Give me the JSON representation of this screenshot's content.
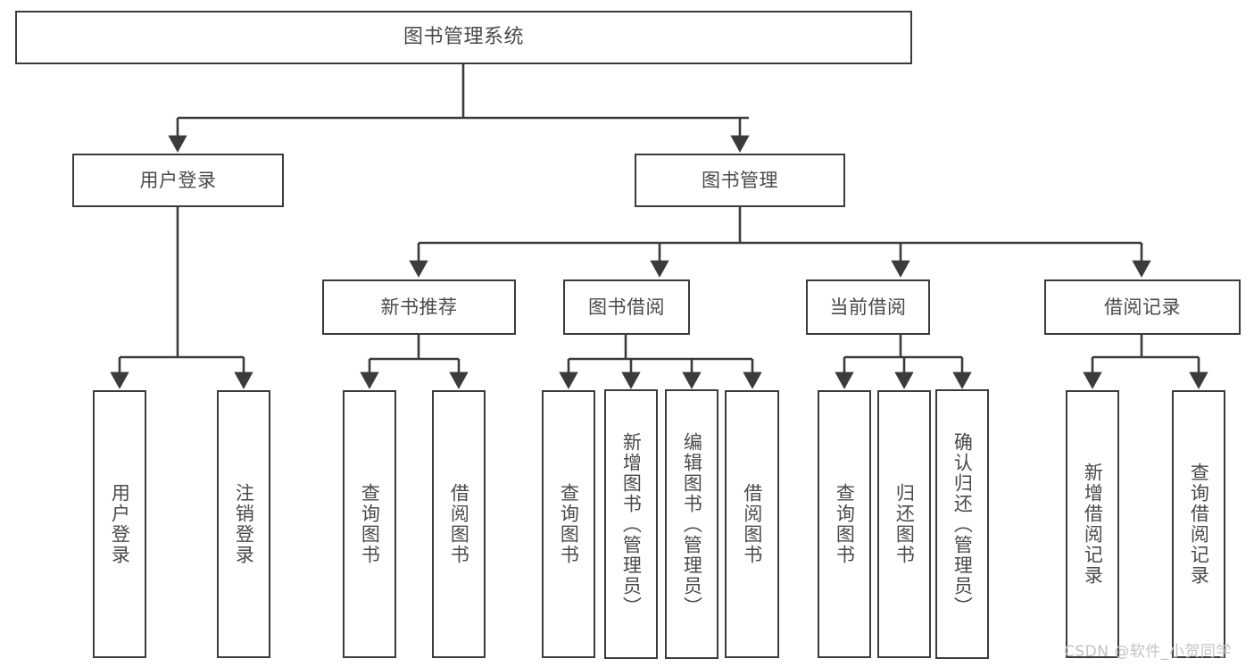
{
  "diagram": {
    "title": "图书管理系统",
    "type": "functional-hierarchy-tree",
    "watermark": "CSDN @软件_小贺同学",
    "colors": {
      "box_border": "#3b3b3b",
      "box_fill": "#ffffff",
      "text": "#4a4a4a",
      "connector": "#3b3b3b",
      "watermark": "#c3c3c3",
      "background": "#ffffff"
    },
    "levels": {
      "level0_label": "图书管理系统",
      "level1_labels": [
        "用户登录",
        "图书管理"
      ],
      "level2_labels": [
        "新书推荐",
        "图书借阅",
        "当前借阅",
        "借阅记录"
      ]
    },
    "nodes": {
      "root": "图书管理系统",
      "user_login": "用户登录",
      "book_manage": "图书管理",
      "new_book_rec": "新书推荐",
      "book_borrow": "图书借阅",
      "current_borrow": "当前借阅",
      "borrow_record": "借阅记录",
      "leaf_user_login": "用户登录",
      "leaf_logout": "注销登录",
      "leaf_query_book_1": "查询图书",
      "leaf_borrow_book_1": "借阅图书",
      "leaf_query_book_2": "查询图书",
      "leaf_add_book": "新增图书（管理员）",
      "leaf_edit_book": "编辑图书（管理员）",
      "leaf_borrow_book_2": "借阅图书",
      "leaf_query_book_3": "查询图书",
      "leaf_return_book": "归还图书",
      "leaf_confirm_return": "确认归还（管理员）",
      "leaf_add_record": "新增借阅记录",
      "leaf_query_record": "查询借阅记录"
    },
    "edges": [
      {
        "from": "图书管理系统",
        "to": "用户登录"
      },
      {
        "from": "图书管理系统",
        "to": "图书管理"
      },
      {
        "from": "用户登录",
        "to": "用户登录"
      },
      {
        "from": "用户登录",
        "to": "注销登录"
      },
      {
        "from": "图书管理",
        "to": "新书推荐"
      },
      {
        "from": "图书管理",
        "to": "图书借阅"
      },
      {
        "from": "图书管理",
        "to": "当前借阅"
      },
      {
        "from": "图书管理",
        "to": "借阅记录"
      },
      {
        "from": "新书推荐",
        "to": "查询图书"
      },
      {
        "from": "新书推荐",
        "to": "借阅图书"
      },
      {
        "from": "图书借阅",
        "to": "查询图书"
      },
      {
        "from": "图书借阅",
        "to": "新增图书（管理员）"
      },
      {
        "from": "图书借阅",
        "to": "编辑图书（管理员）"
      },
      {
        "from": "图书借阅",
        "to": "借阅图书"
      },
      {
        "from": "当前借阅",
        "to": "查询图书"
      },
      {
        "from": "当前借阅",
        "to": "归还图书"
      },
      {
        "from": "当前借阅",
        "to": "确认归还（管理员）"
      },
      {
        "from": "借阅记录",
        "to": "新增借阅记录"
      },
      {
        "from": "借阅记录",
        "to": "查询借阅记录"
      }
    ]
  }
}
